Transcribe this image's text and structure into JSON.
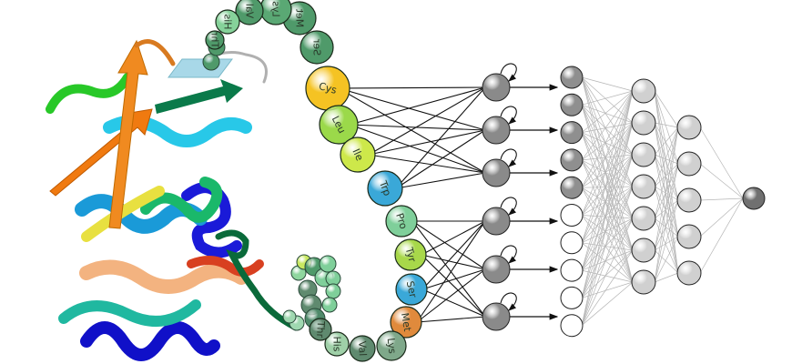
{
  "diagram": {
    "sequence_main": [
      {
        "label": "Cys",
        "color": "#f5c323"
      },
      {
        "label": "Leu",
        "color": "#9bd94a"
      },
      {
        "label": "Ile",
        "color": "#cde84a"
      },
      {
        "label": "Trp",
        "color": "#3aa8d8"
      },
      {
        "label": "Pro",
        "color": "#7fcf9a"
      },
      {
        "label": "Tyr",
        "color": "#a8d84a"
      },
      {
        "label": "Ser",
        "color": "#3aa8d8"
      },
      {
        "label": "Met",
        "color": "#e08a3c"
      },
      {
        "label": "Lys",
        "color": "#7fa88a"
      },
      {
        "label": "Val",
        "color": "#5f8a6f"
      },
      {
        "label": "His",
        "color": "#9fd0a8"
      },
      {
        "label": "Thr",
        "color": "#5f8a6f"
      }
    ],
    "sequence_top_mirrored": [
      {
        "label": "Ser",
        "color": "#4f9a6a"
      },
      {
        "label": "Met",
        "color": "#4f9a6a"
      },
      {
        "label": "Lys",
        "color": "#5aa874"
      },
      {
        "label": "Val",
        "color": "#4f9a6a"
      },
      {
        "label": "His",
        "color": "#86d29a"
      },
      {
        "label": "Thr",
        "color": "#4f9a6a"
      }
    ],
    "network": {
      "recurrent_layer_nodes": 6,
      "hidden_layer_1_nodes": 10,
      "hidden_layer_1_active": 5,
      "hidden_layer_2_nodes": 7,
      "hidden_layer_3_nodes": 5,
      "output_nodes": 1
    }
  }
}
